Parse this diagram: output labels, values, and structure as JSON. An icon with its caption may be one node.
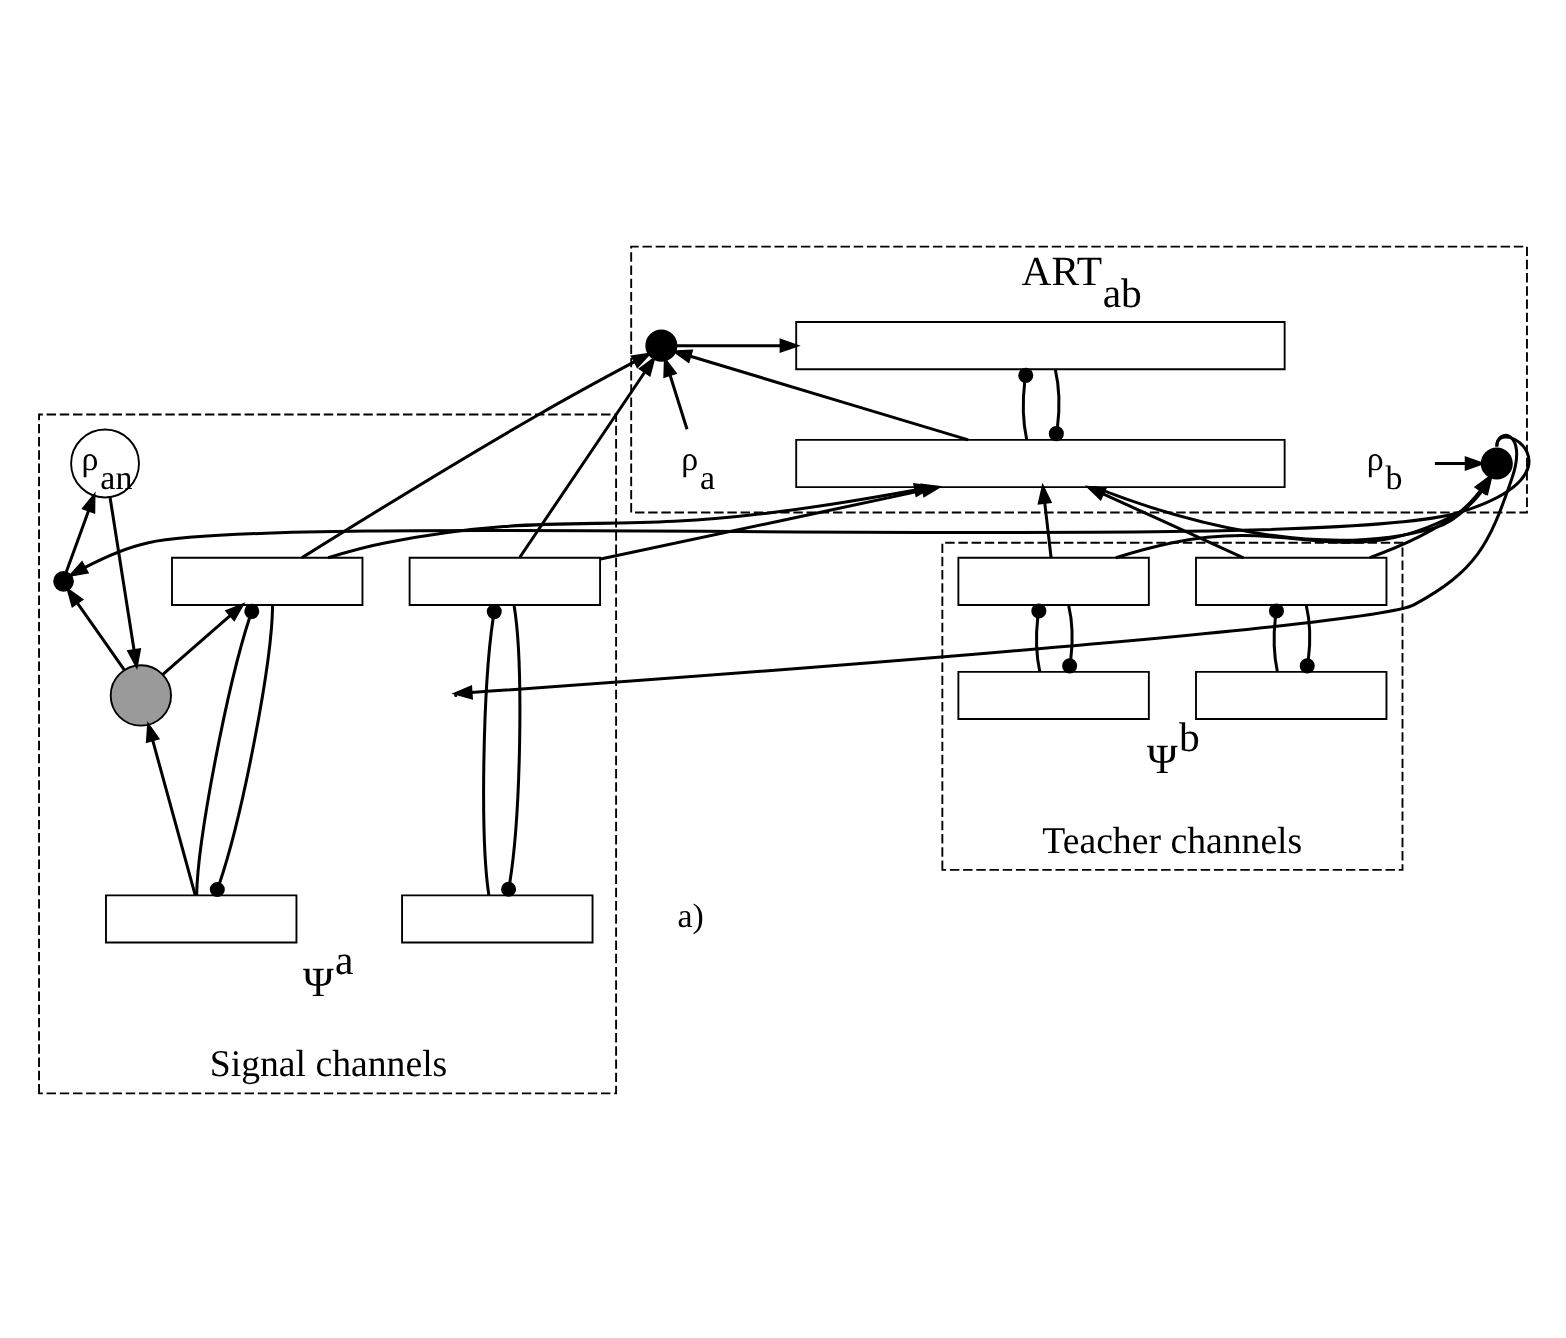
{
  "diagram": {
    "nodes": [
      {
        "text": [
          "ART$_{ab}$"
        ]
      },
      {
        "text": [],
        "shape": "box",
        "in": 0
      },
      {
        "text": [
          "ρ$_{a}$"
        ],
        "in": 0
      },
      {
        "text": [],
        "shape": "circle",
        "in": 0
      },
      {
        "text": [],
        "shape": "box",
        "in": 0
      },
      {
        "text": [],
        "shape": "circle",
        "in": 0
      },
      {
        "text": [
          "ρ$_{b}$"
        ],
        "in": 0
      },
      {
        "text": [
          "Ψ$^{a}$"
        ],
        "beside": [
          "Signal channels"
        ]
      },
      {
        "text": [],
        "shape": "box",
        "in": 7
      },
      {
        "text": [],
        "shape": "box",
        "in": 7
      },
      {
        "text": [],
        "shape": "circle",
        "in": 7
      },
      {
        "text": [],
        "shape": "box",
        "in": 7
      },
      {
        "text": [],
        "shape": "box",
        "in": 7
      },
      {
        "text": [],
        "shape": "circle",
        "in": 7
      },
      {
        "text": [
          "ρ$_{an}$"
        ],
        "in": 7
      },
      {
        "text": [
          "Ψ$^{b}$"
        ],
        "beside": [
          "Teacher channels"
        ]
      },
      {
        "text": [],
        "shape": "box",
        "in": 15
      },
      {
        "text": [],
        "shape": "box",
        "in": 15
      },
      {
        "text": [],
        "shape": "box",
        "in": 15
      },
      {
        "text": [],
        "shape": "box",
        "in": 15
      }
    ],
    "edges": [
      {
        "from": 3,
        "to": 1,
        "arrow": "to"
      },
      {
        "from": 1,
        "to": 4,
        "arrow": "other"
      },
      {
        "from": 4,
        "to": 1,
        "arrow": "other"
      },
      {
        "from": 2,
        "to": 3,
        "arrow": "to"
      },
      {
        "from": 4,
        "to": 3,
        "arrow": "to"
      },
      {
        "from": 4,
        "to": 5,
        "arrow": "to"
      },
      {
        "from": 6,
        "to": 5,
        "arrow": "to"
      },
      {
        "from": 8,
        "to": 3,
        "arrow": "to"
      },
      {
        "from": 8,
        "to": 4,
        "arrow": "to"
      },
      {
        "from": 9,
        "to": 3,
        "arrow": "to"
      },
      {
        "from": 9,
        "to": 4,
        "arrow": "to"
      },
      {
        "from": 16,
        "to": 4,
        "arrow": "to"
      },
      {
        "from": 16,
        "to": 5,
        "arrow": "to"
      },
      {
        "from": 17,
        "to": 4,
        "arrow": "to"
      },
      {
        "from": 17,
        "to": 5,
        "arrow": "to"
      },
      {
        "from": 5,
        "to": 13,
        "arrow": "to"
      },
      {
        "from": 5,
        "to": null,
        "arrow": "to"
      },
      {
        "from": 10,
        "to": 8,
        "arrow": "to"
      },
      {
        "from": 11,
        "to": 10,
        "arrow": "to"
      },
      {
        "from": 10,
        "to": 13,
        "arrow": "to"
      },
      {
        "from": 13,
        "to": 14,
        "arrow": "to"
      },
      {
        "from": 14,
        "to": 10,
        "arrow": "to"
      },
      {
        "from": 8,
        "to": 11,
        "arrow": "other"
      },
      {
        "from": 11,
        "to": 8,
        "arrow": "other"
      },
      {
        "from": 9,
        "to": 12,
        "arrow": "other"
      },
      {
        "from": 12,
        "to": 9,
        "arrow": "other"
      },
      {
        "from": 16,
        "to": 18,
        "arrow": "other"
      },
      {
        "from": 18,
        "to": 16,
        "arrow": "other"
      },
      {
        "from": 17,
        "to": 19,
        "arrow": "other"
      },
      {
        "from": 19,
        "to": 17,
        "arrow": "other"
      }
    ],
    "labels": [
      "a)"
    ]
  }
}
